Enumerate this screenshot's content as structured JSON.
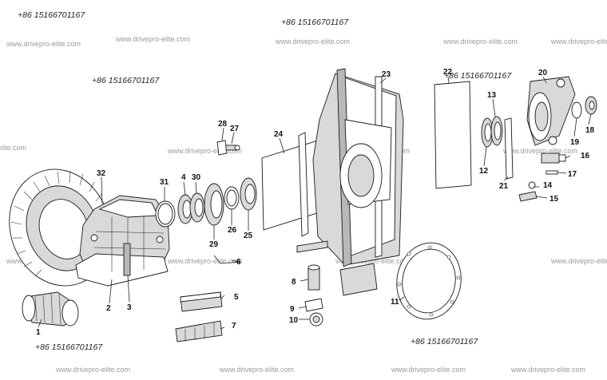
{
  "diagram": {
    "phone": "+86 15166701167",
    "watermark": "www.drivepro-elite.com",
    "part_numbers": [
      "1",
      "2",
      "3",
      "4",
      "5",
      "6",
      "7",
      "8",
      "9",
      "10",
      "11",
      "12",
      "13",
      "14",
      "15",
      "16",
      "17",
      "18",
      "19",
      "20",
      "21",
      "22",
      "23",
      "24",
      "25",
      "26",
      "27",
      "28",
      "29",
      "30",
      "31",
      "32"
    ]
  }
}
